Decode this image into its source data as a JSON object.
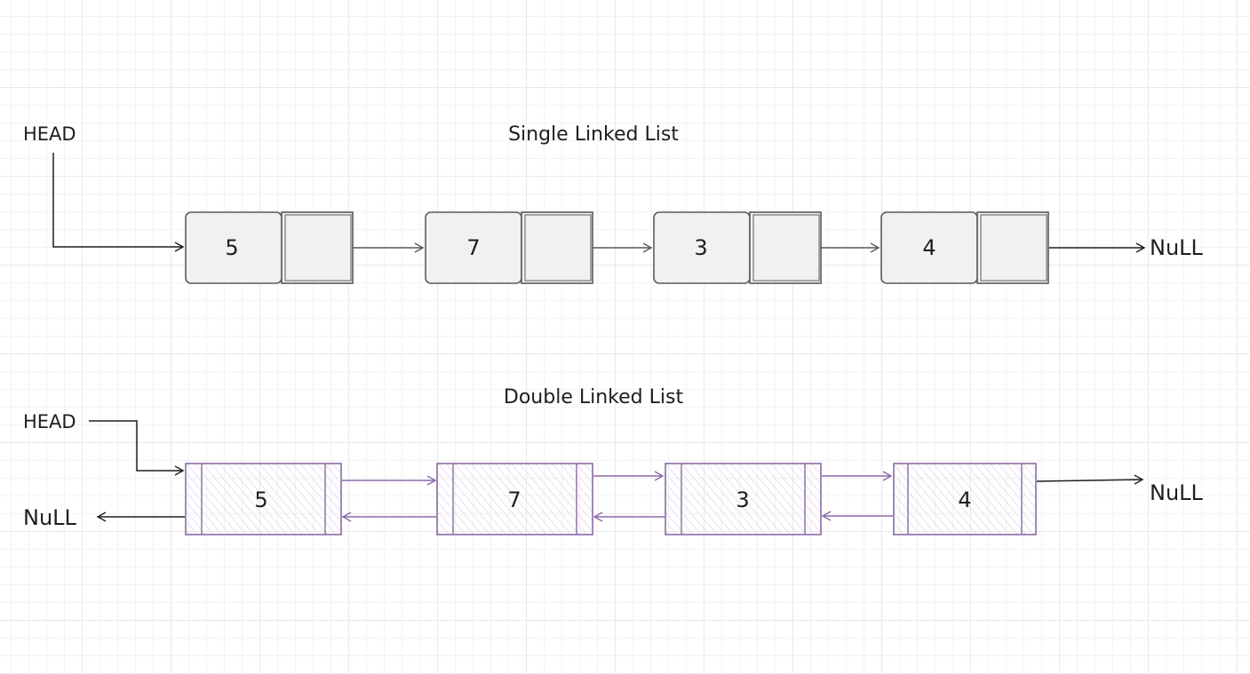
{
  "single": {
    "title": "Single Linked List",
    "head_label": "HEAD",
    "null_label": "NuLL",
    "nodes": [
      "5",
      "7",
      "3",
      "4"
    ]
  },
  "double": {
    "title": "Double Linked List",
    "head_label": "HEAD",
    "null_left_label": "NuLL",
    "null_right_label": "NuLL",
    "nodes": [
      "5",
      "7",
      "3",
      "4"
    ]
  },
  "colors": {
    "single_stroke": "#5a5a5a",
    "single_fill": "#f1f1f1",
    "double_stroke": "#8a6aa6",
    "double_hatch": "#d8cce6",
    "arrow": "#1e1e1e"
  }
}
